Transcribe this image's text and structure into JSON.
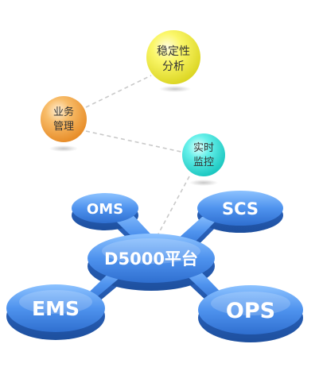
{
  "center": {
    "label": "D5000平台"
  },
  "satellites": [
    {
      "id": "oms",
      "label": "OMS"
    },
    {
      "id": "scs",
      "label": "SCS"
    },
    {
      "id": "ems",
      "label": "EMS"
    },
    {
      "id": "ops",
      "label": "OPS"
    }
  ],
  "bubbles": [
    {
      "id": "stability",
      "lines": [
        "稳定性",
        "分析"
      ],
      "color": "#f2ef3c"
    },
    {
      "id": "business",
      "lines": [
        "业务",
        "管理"
      ],
      "color": "#f5a84a"
    },
    {
      "id": "monitoring",
      "lines": [
        "实时",
        "监控"
      ],
      "color": "#38e3dc"
    }
  ],
  "colors": {
    "platform_blue": "#3f7fe0",
    "connector": "#c9c9c9"
  }
}
